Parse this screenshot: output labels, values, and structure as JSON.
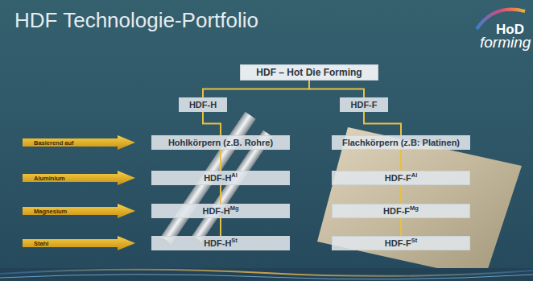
{
  "diagram": {
    "title": "HDF Technologie-Portfolio",
    "nodes": [
      {
        "text": [
          "HDF – Hot Die Forming"
        ]
      },
      {
        "text": [
          "HDF-H"
        ]
      },
      {
        "text": [
          "HDF-F"
        ]
      },
      {
        "text": [
          "Basierend auf"
        ]
      },
      {
        "text": [
          "Hohlkörpern (z.B. Rohre)"
        ]
      },
      {
        "text": [
          "Flachkörpern (z.B: Platinen)"
        ]
      },
      {
        "text": [
          "Aluminium"
        ]
      },
      {
        "text": [
          "HDF-H",
          "Al"
        ]
      },
      {
        "text": [
          "HDF-F",
          "Al"
        ]
      },
      {
        "text": [
          "Magnesium"
        ]
      },
      {
        "text": [
          "HDF-H",
          "Mg"
        ]
      },
      {
        "text": [
          "HDF-F",
          "Mg"
        ]
      },
      {
        "text": [
          "Stahl"
        ]
      },
      {
        "text": [
          "HDF-H",
          "St"
        ]
      },
      {
        "text": [
          "HDF-F",
          "St"
        ]
      }
    ],
    "edges": [
      {
        "from": 0,
        "to": 1,
        "arrow": "none"
      },
      {
        "from": 0,
        "to": 2,
        "arrow": "none"
      },
      {
        "from": 1,
        "to": 4,
        "arrow": "none"
      },
      {
        "from": 4,
        "to": 7,
        "arrow": "none"
      },
      {
        "from": 7,
        "to": 10,
        "arrow": "none"
      },
      {
        "from": 10,
        "to": 13,
        "arrow": "none"
      },
      {
        "from": 2,
        "to": 5,
        "arrow": "none"
      },
      {
        "from": 5,
        "to": 8,
        "arrow": "none"
      },
      {
        "from": 8,
        "to": 11,
        "arrow": "none"
      },
      {
        "from": 11,
        "to": 14,
        "arrow": "none"
      }
    ],
    "labels": [
      "HoD",
      "forming"
    ]
  }
}
